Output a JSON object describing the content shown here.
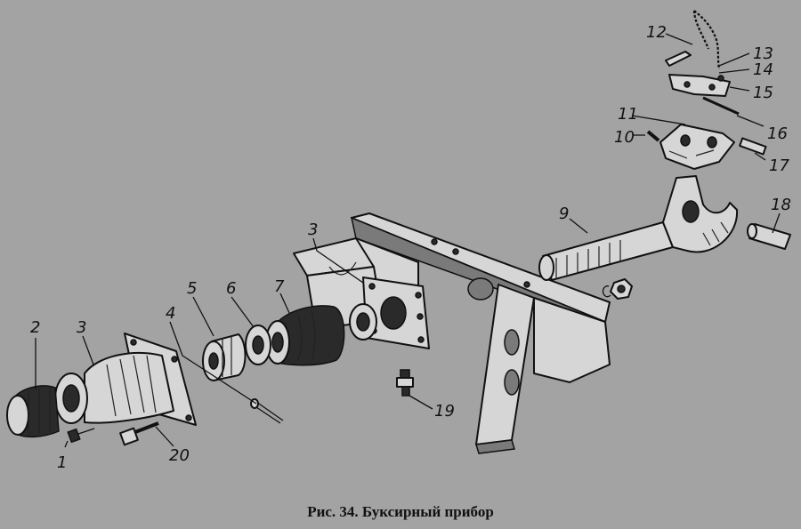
{
  "caption": "Рис. 34. Буксирный прибор",
  "labels": {
    "l1": "1",
    "l2": "2",
    "l3a": "3",
    "l3b": "3",
    "l4": "4",
    "l5": "5",
    "l6": "6",
    "l7": "7",
    "l9": "9",
    "l10": "10",
    "l11": "11",
    "l12": "12",
    "l13": "13",
    "l14": "14",
    "l15": "15",
    "l16": "16",
    "l17": "17",
    "l18": "18",
    "l19": "19",
    "l20": "20"
  }
}
